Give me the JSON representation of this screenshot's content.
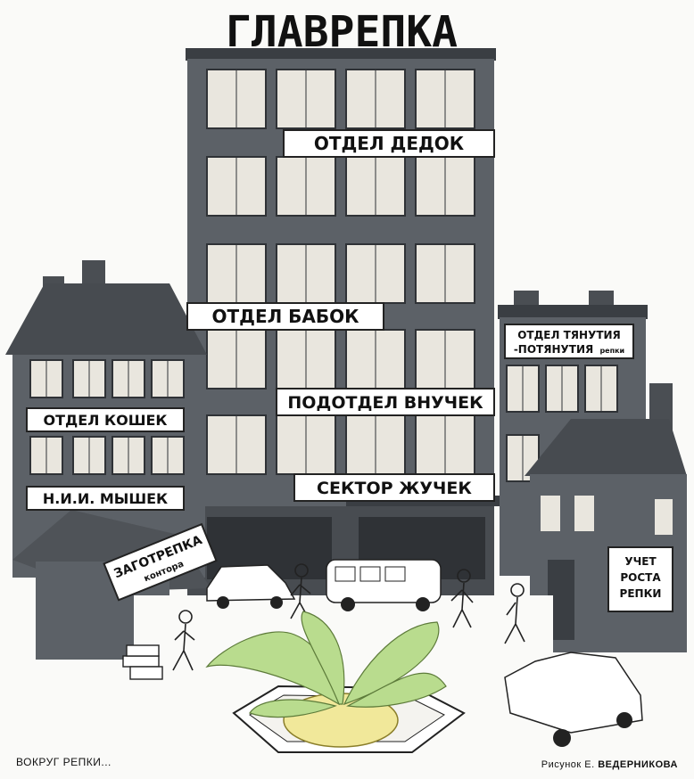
{
  "main_building": {
    "rooftop_sign": "ГЛАВРЕПКА",
    "signs": {
      "dedok": "ОТДЕЛ ДЕДОК",
      "babok": "ОТДЕЛ БАБОК",
      "vnuchek": "ПОДОТДЕЛ ВНУЧЕК",
      "zhuchek": "СЕКТОР ЖУЧЕК"
    }
  },
  "left_building": {
    "signs": {
      "koshek": "ОТДЕЛ КОШЕК",
      "myshek": "Н.И.И. МЫШЕК"
    }
  },
  "kiosk": {
    "sign_line1": "ЗАГОТРЕПКА",
    "sign_line2": "контора"
  },
  "right_building": {
    "sign_line1": "ОТДЕЛ ТЯНУТИЯ",
    "sign_line2": "-ПОТЯНУТИЯ",
    "sign_line2_small": "репки"
  },
  "small_house": {
    "sign_line1": "УЧЕТ",
    "sign_line2": "РОСТА",
    "sign_line3": "РЕПКИ"
  },
  "captions": {
    "left": "ВОКРУГ РЕПКИ...",
    "right_prefix": "Рисунок Е. ",
    "right_name": "ВЕДЕРНИКОВА"
  },
  "colors": {
    "building": "#5c6167",
    "building_dark": "#3a3e43",
    "window": "#e9e6de",
    "sign_bg": "#ffffff",
    "leaves": "#b9dc8e",
    "turnip": "#f1e89a"
  }
}
